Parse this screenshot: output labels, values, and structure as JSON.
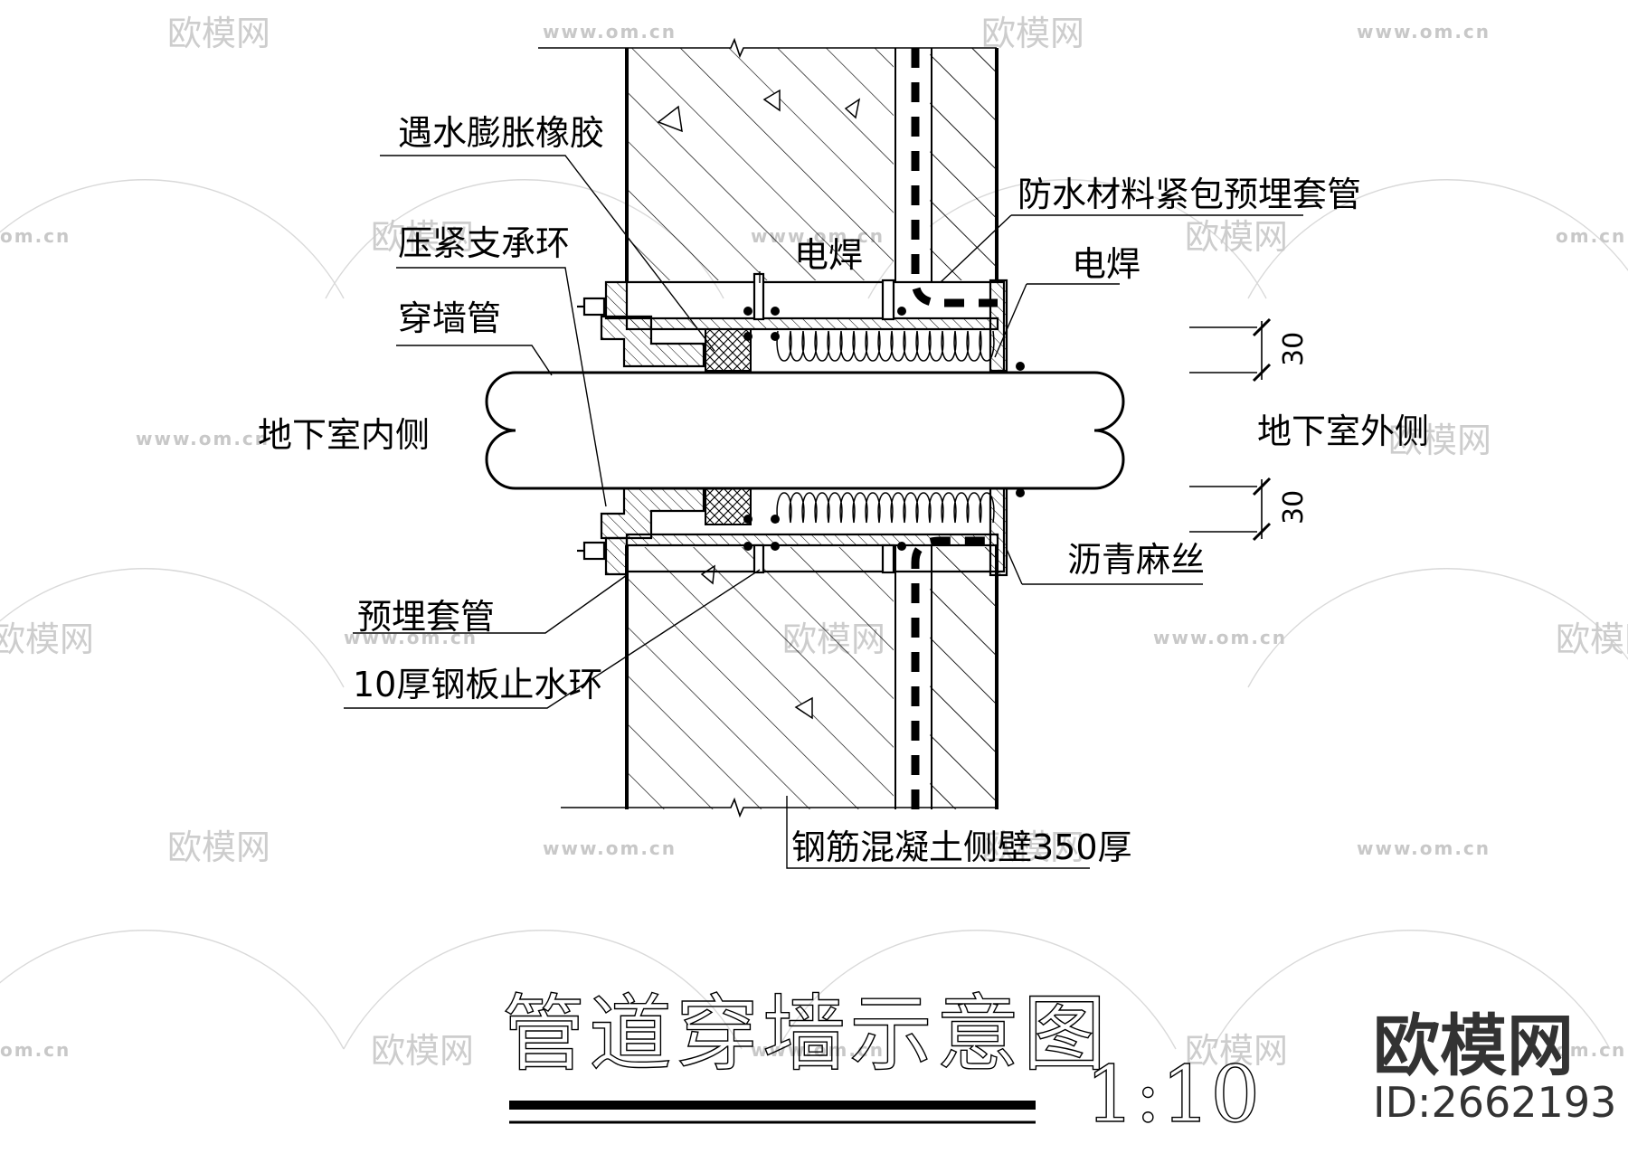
{
  "labels": {
    "swell_rubber": "遇水膨胀橡胶",
    "waterproof_wrap": "防水材料紧包预埋套管",
    "press_ring": "压紧支承环",
    "weld_left": "电焊",
    "weld_right": "电焊",
    "wall_pipe": "穿墙管",
    "inner_side": "地下室内侧",
    "outer_side": "地下室外侧",
    "asphalt_hemp": "沥青麻丝",
    "embedded_sleeve": "预埋套管",
    "steel_ring": "10厚钢板止水环",
    "rc_wall": "钢筋混凝土侧壁350厚"
  },
  "dimensions": {
    "top": "30",
    "bottom": "30"
  },
  "title": "管道穿墙示意图",
  "scale": "1:10",
  "watermark": {
    "brand": "欧模网",
    "url": "www.om.cn",
    "short_url": "om.cn"
  },
  "brand_logo": {
    "name": "欧模网",
    "id": "ID:2662193"
  }
}
